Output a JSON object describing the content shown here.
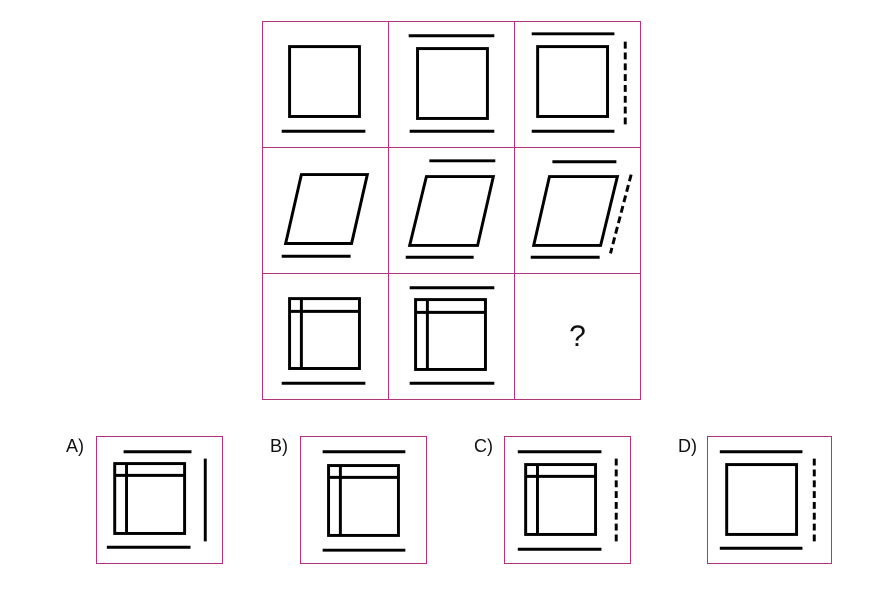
{
  "puzzle": {
    "question_mark": "?"
  },
  "options": [
    {
      "label": "A)"
    },
    {
      "label": "B)"
    },
    {
      "label": "C)"
    },
    {
      "label": "D)"
    }
  ],
  "colors": {
    "cell_border": "#b0347f",
    "figure": "#000000"
  }
}
